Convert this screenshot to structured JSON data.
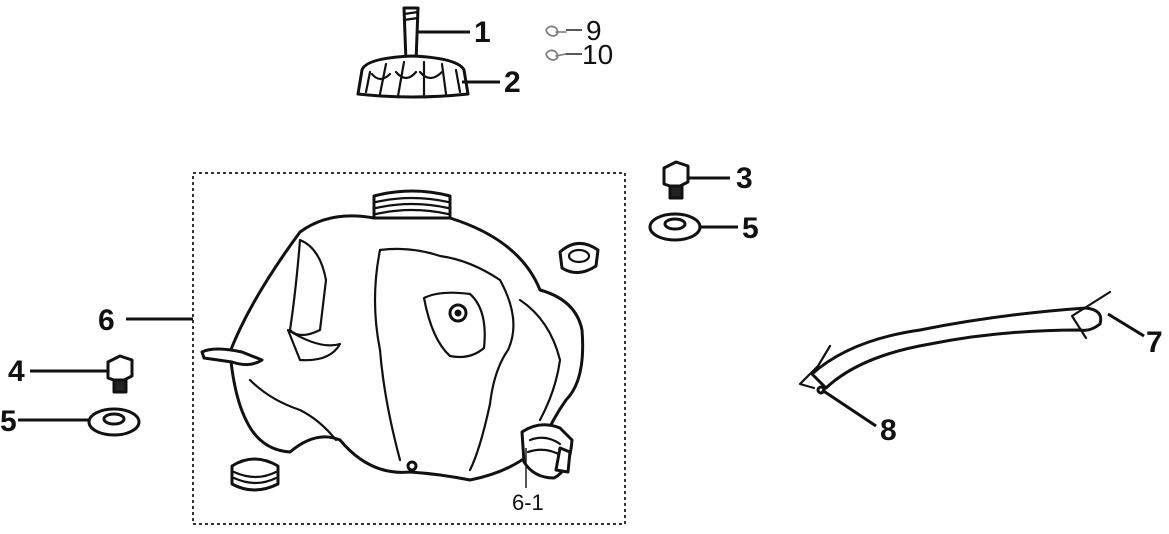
{
  "callouts": {
    "c1": "1",
    "c2": "2",
    "c3": "3",
    "c4": "4",
    "c5a": "5",
    "c5b": "5",
    "c6": "6",
    "c6_1": "6-1",
    "c7": "7",
    "c8": "8",
    "c9": "9",
    "c10": "10"
  }
}
